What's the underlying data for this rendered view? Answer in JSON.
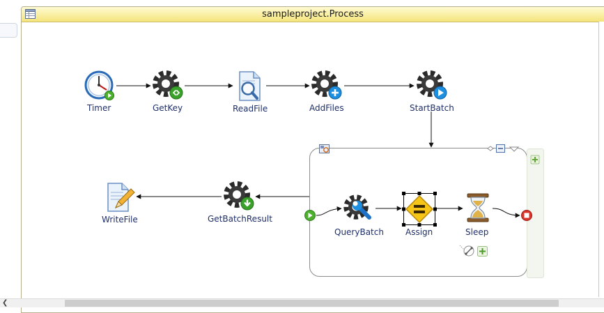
{
  "window": {
    "title": "sampleproject.Process"
  },
  "nodes": {
    "timer": {
      "label": "Timer",
      "icon": "timer-clock-icon"
    },
    "getkey": {
      "label": "GetKey",
      "icon": "gear-code-icon"
    },
    "readfile": {
      "label": "ReadFile",
      "icon": "document-search-icon"
    },
    "addfiles": {
      "label": "AddFiles",
      "icon": "gear-plus-icon"
    },
    "startbatch": {
      "label": "StartBatch",
      "icon": "gear-play-icon"
    },
    "writefile": {
      "label": "WriteFile",
      "icon": "document-pencil-icon"
    },
    "getbatchresult": {
      "label": "GetBatchResult",
      "icon": "gear-download-icon"
    },
    "querybatch": {
      "label": "QueryBatch",
      "icon": "gear-wrench-icon"
    },
    "assign": {
      "label": "Assign",
      "icon": "assign-diamond-icon"
    },
    "sleep": {
      "label": "Sleep",
      "icon": "hourglass-icon"
    }
  },
  "colors": {
    "titlebar_top": "#fffbd2",
    "titlebar_bottom": "#f5e47b",
    "label": "#1e2f6b",
    "start_green": "#4caf2e",
    "end_red": "#d9352b",
    "gear_dark": "#2a2a2a",
    "accent_blue": "#1d8ee0",
    "accent_green": "#3aa12b"
  }
}
